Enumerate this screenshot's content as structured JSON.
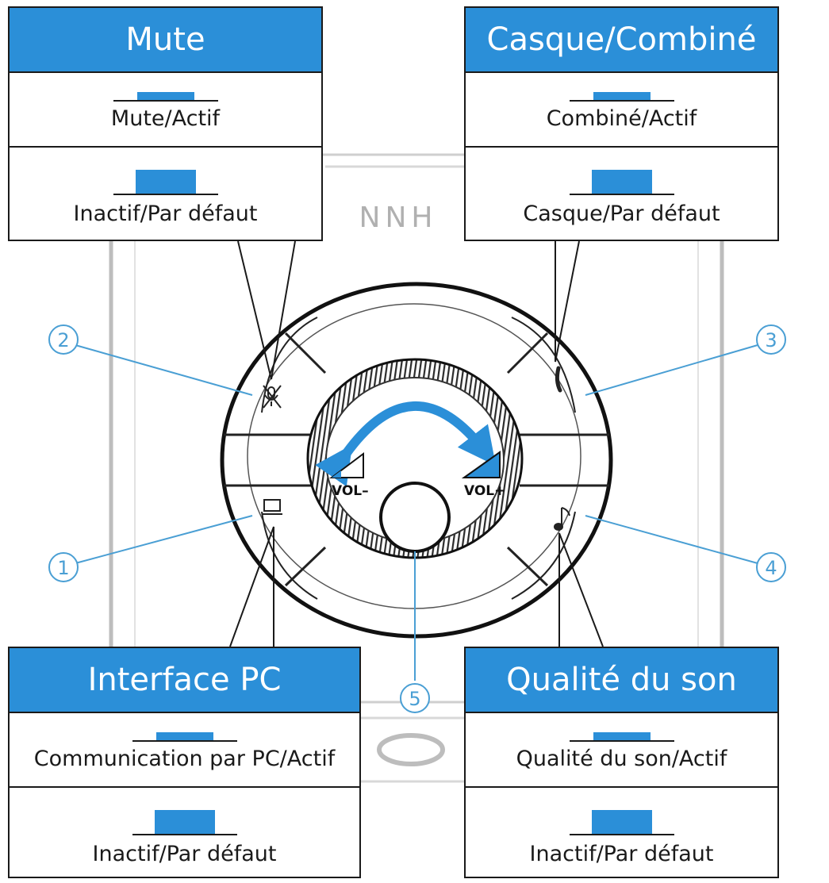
{
  "brand_fragment": "NNH",
  "colors": {
    "accent": "#2b8fd8",
    "callout": "#4a9fd4",
    "line": "#1a1a1a"
  },
  "controls": {
    "vol_minus": "VOL–",
    "vol_plus": "VOL+",
    "callouts": [
      "①",
      "②",
      "③",
      "④",
      "⑤"
    ]
  },
  "icons": {
    "button_1": "pc-monitor-icon",
    "button_2": "mute-microphone-icon",
    "button_3": "handset-icon",
    "button_4": "music-note-icon"
  },
  "panels": {
    "mute": {
      "title": "Mute",
      "active": "Mute/Actif",
      "default": "Inactif/Par défaut"
    },
    "headset": {
      "title": "Casque/Combiné",
      "active": "Combiné/Actif",
      "default": "Casque/Par défaut"
    },
    "pc": {
      "title": "Interface PC",
      "active": "Communication par PC/Actif",
      "default": "Inactif/Par défaut"
    },
    "sound": {
      "title": "Qualité du son",
      "active": "Qualité du son/Actif",
      "default": "Inactif/Par défaut"
    }
  }
}
